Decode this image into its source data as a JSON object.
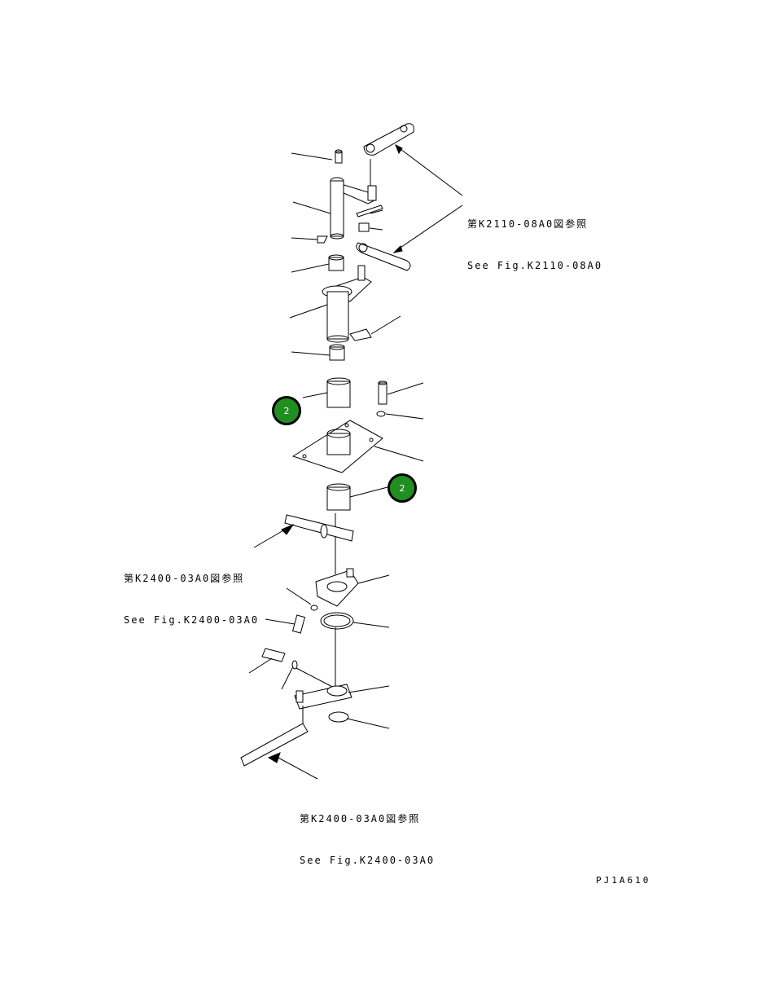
{
  "references": [
    {
      "id": "ref-k2110",
      "line1": "第K2110-08A0図参照",
      "line2": "See Fig.K2110-08A0"
    },
    {
      "id": "ref-k2400-mid",
      "line1": "第K2400-03A0図参照",
      "line2": "See Fig.K2400-03A0"
    },
    {
      "id": "ref-k2400-bottom",
      "line1": "第K2400-03A0図参照",
      "line2": "See Fig.K2400-03A0"
    }
  ],
  "callouts": [
    {
      "label": "2"
    },
    {
      "label": "2"
    }
  ],
  "drawing_code": "PJ1A610",
  "colors": {
    "callout_fill": "#1f8f1f",
    "line": "#000000"
  }
}
